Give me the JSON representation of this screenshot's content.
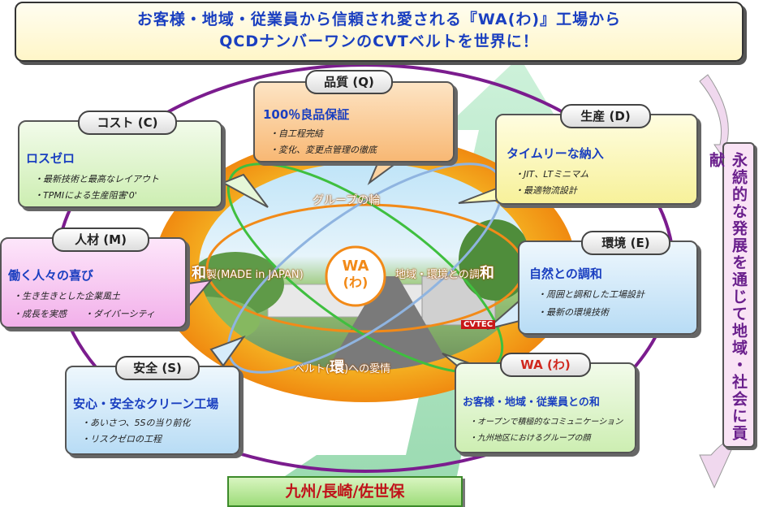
{
  "banner": {
    "line1": "お客様・地域・従業員から信頼され愛される『WA(わ)』工場から",
    "line2": "QCDナンバーワンのCVTベルトを世界に！"
  },
  "side_label": "永続的な発展を通じて地域・社会に貢献",
  "bottom_label": "九州/長崎/佐世保",
  "center": {
    "wa": "WA",
    "wa_sub": "(わ)",
    "top_ring": "グループの輪",
    "left_char": "和",
    "left_ring": "製(MADE in JAPAN)",
    "right_ring": "地域・環境との調",
    "right_char": "和",
    "bottom_ring_a": "ベルト(",
    "bottom_char": "環",
    "bottom_ring_b": ")への愛情",
    "sign": "CVTEC"
  },
  "boxes": {
    "quality": {
      "tab": "品質 (Q)",
      "head": "100％良品保証",
      "items": [
        "・自工程完結",
        "・変化、変更点管理の徹底"
      ]
    },
    "cost": {
      "tab": "コスト (C)",
      "head": "ロスゼロ",
      "items": [
        "・最新技術と最高なレイアウト",
        "・TPMIによる生産阻害'0'"
      ]
    },
    "delivery": {
      "tab": "生産 (D)",
      "head": "タイムリーな納入",
      "items": [
        "・JIT、LTミニマム",
        "・最適物流設計"
      ]
    },
    "people": {
      "tab": "人材 (M)",
      "head": "働く人々の喜び",
      "items": [
        "・生き生きとした企業風土",
        "・成長を実感　　・ダイバーシティ"
      ]
    },
    "environment": {
      "tab": "環境 (E)",
      "head": "自然との調和",
      "items": [
        "・周囲と調和した工場設計",
        "・最新の環境技術"
      ]
    },
    "safety": {
      "tab": "安全 (S)",
      "head": "安心・安全なクリーン工場",
      "items": [
        "・あいさつ、5Sの当り前化",
        "・リスクゼロの工程"
      ]
    },
    "wa": {
      "tab": "WA (わ)",
      "head": "お客様・地域・従業員との和",
      "items": [
        "・オープンで積極的なコミュニケーション",
        "・九州地区におけるグループの顔"
      ]
    }
  },
  "colors": {
    "banner_text": "#1a3fc0",
    "heading_blue": "#1a3fc0",
    "side_text": "#6a1f8c",
    "bottom_text": "#c0121a",
    "ring_purple": "#7b1c8e",
    "orange_disc": "#f4a21c"
  }
}
